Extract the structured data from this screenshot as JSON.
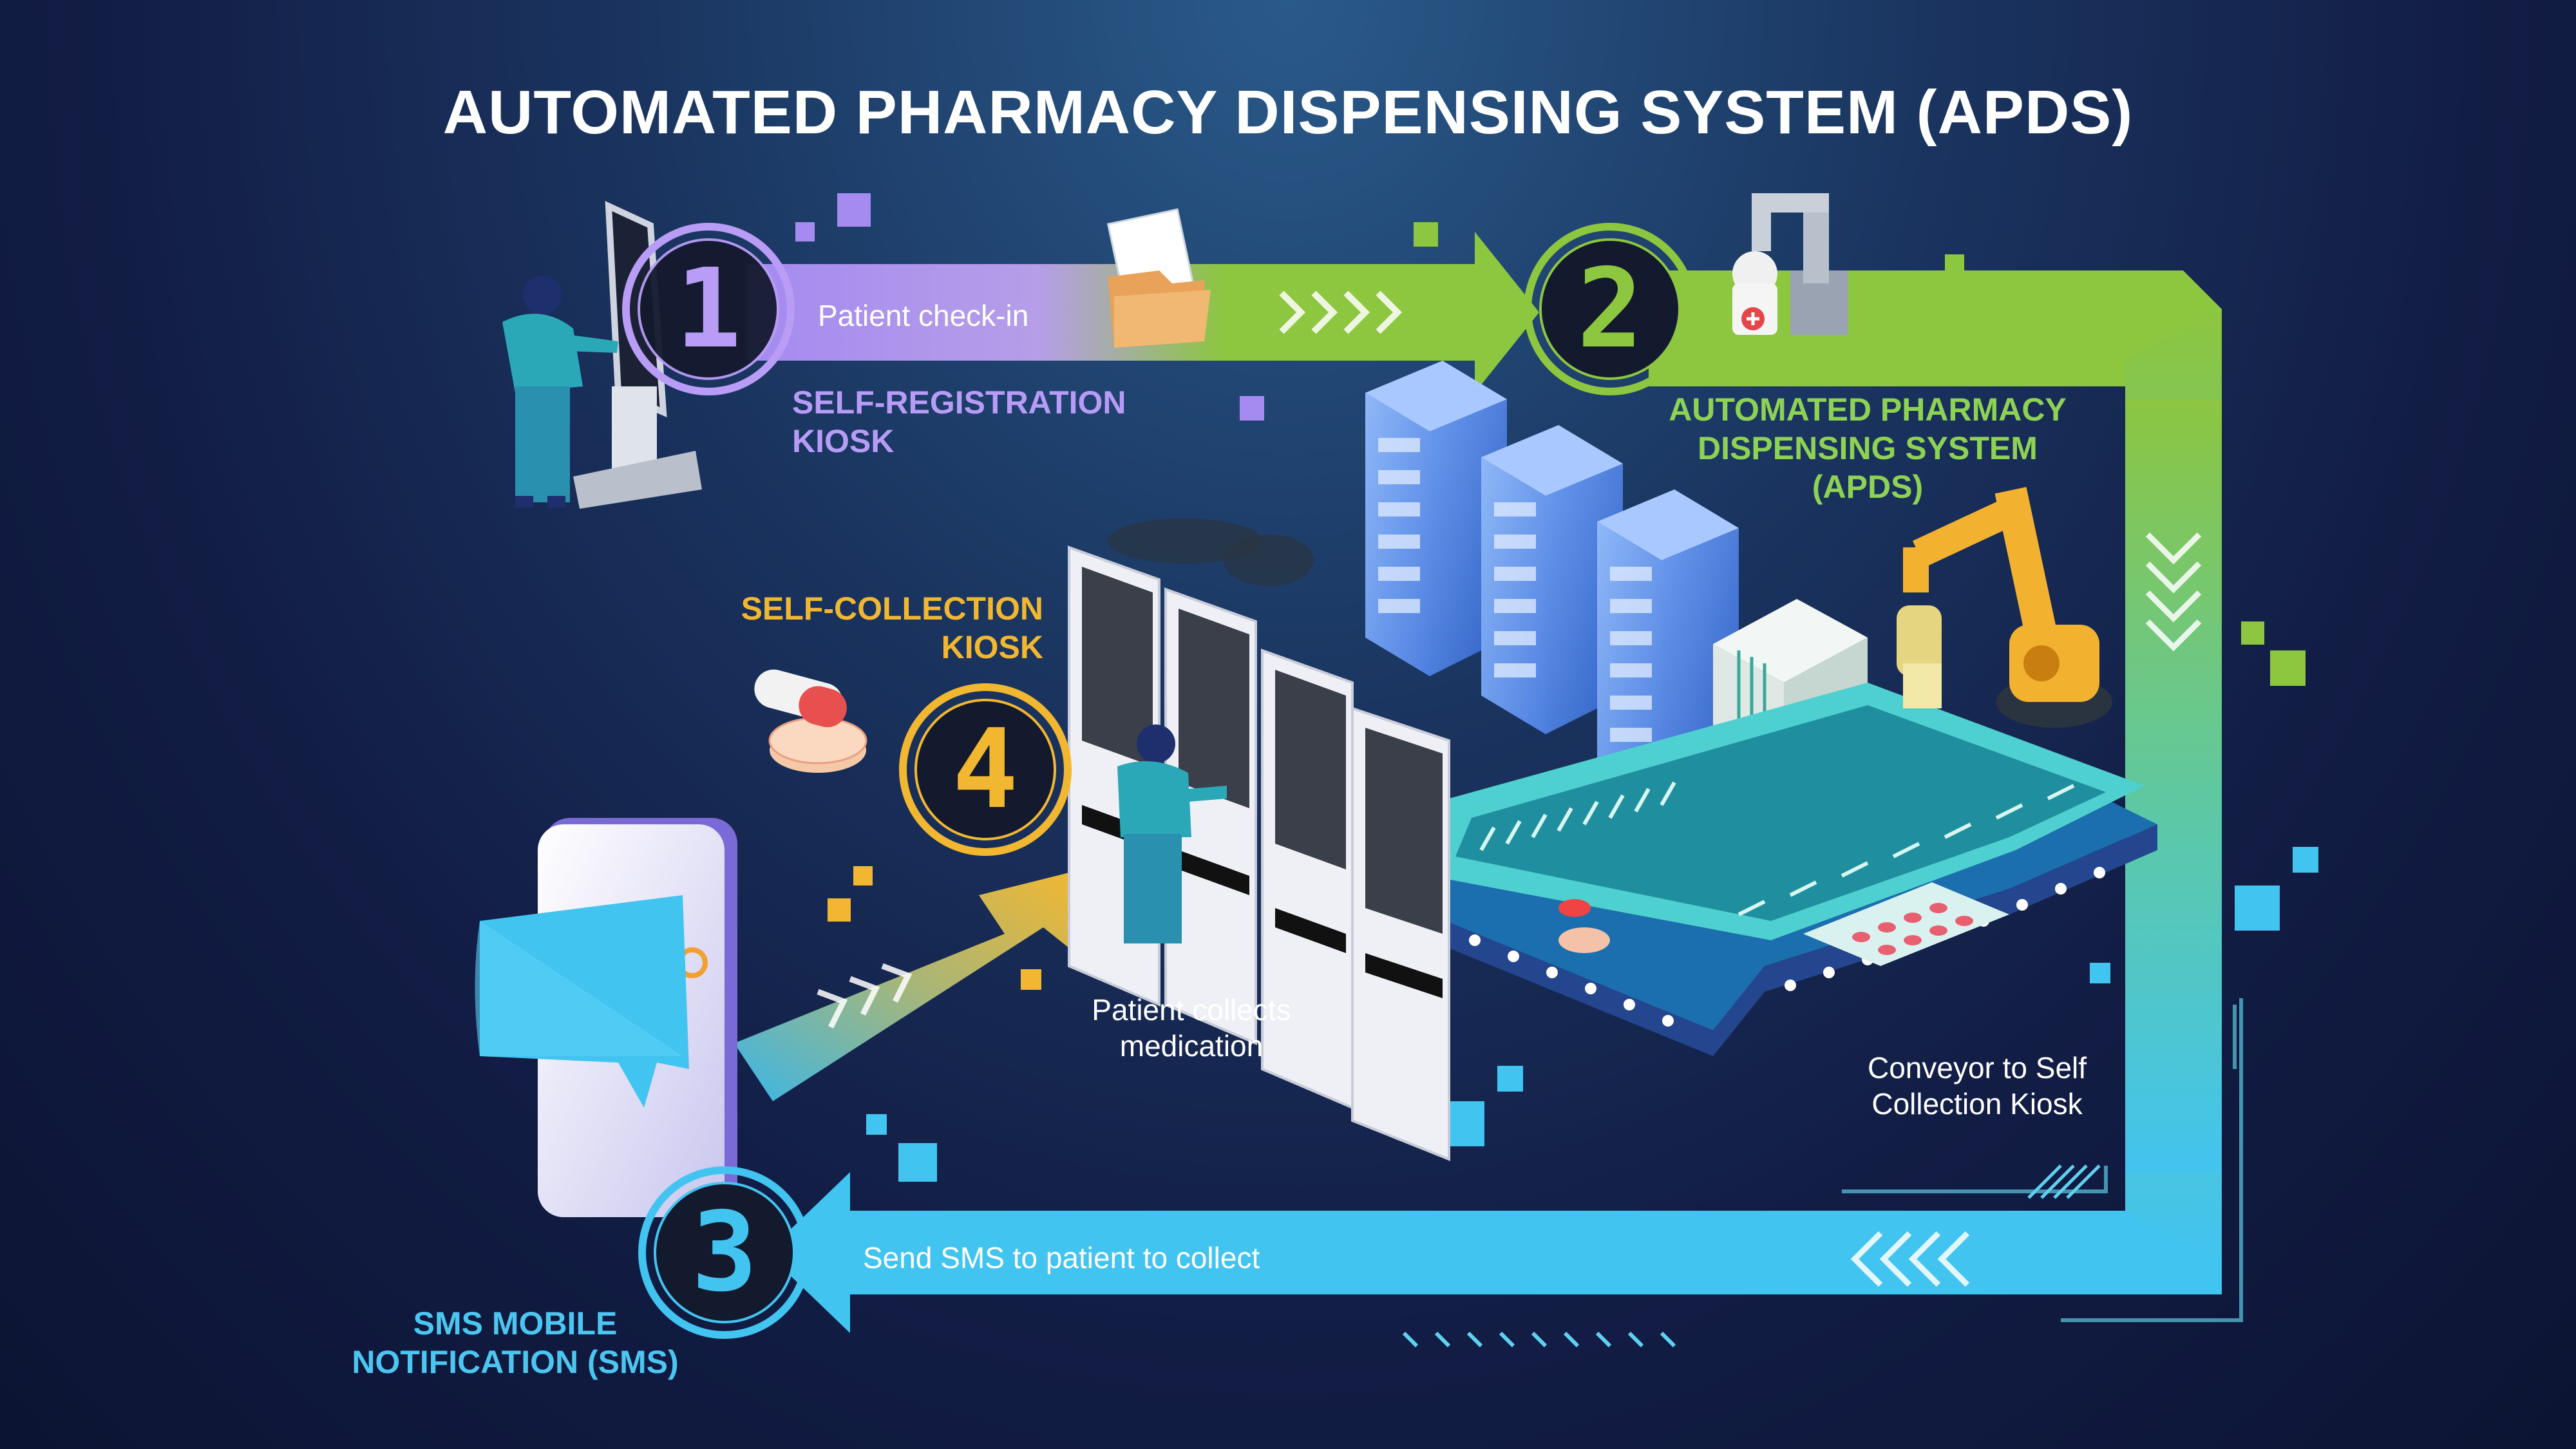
{
  "title": "AUTOMATED PHARMACY DISPENSING SYSTEM (APDS)",
  "steps": [
    {
      "number": "1",
      "heading_line1": "SELF-REGISTRATION",
      "heading_line2": "KIOSK",
      "arrow_text": "Patient check-in",
      "color": "#b89cf5"
    },
    {
      "number": "2",
      "heading_line1": "AUTOMATED PHARMACY",
      "heading_line2": "DISPENSING SYSTEM",
      "heading_line3": "(APDS)",
      "color": "#8dc63f"
    },
    {
      "number": "3",
      "heading_line1": "SMS MOBILE",
      "heading_line2": "NOTIFICATION (SMS)",
      "arrow_text": "Send SMS to patient to collect",
      "color": "#42c4f0"
    },
    {
      "number": "4",
      "heading_line1": "SELF-COLLECTION",
      "heading_line2": "KIOSK",
      "color": "#f2b730"
    }
  ],
  "captions": {
    "collect_line1": "Patient collects",
    "collect_line2": "medication",
    "conveyor_line1": "Conveyor to Self",
    "conveyor_line2": "Collection Kiosk"
  },
  "colors": {
    "background": "#121d45",
    "purple": "#b89cf5",
    "green": "#8dc63f",
    "cyan": "#42c4f0",
    "yellow": "#f2b730",
    "teal_person": "#2aa8b8"
  }
}
